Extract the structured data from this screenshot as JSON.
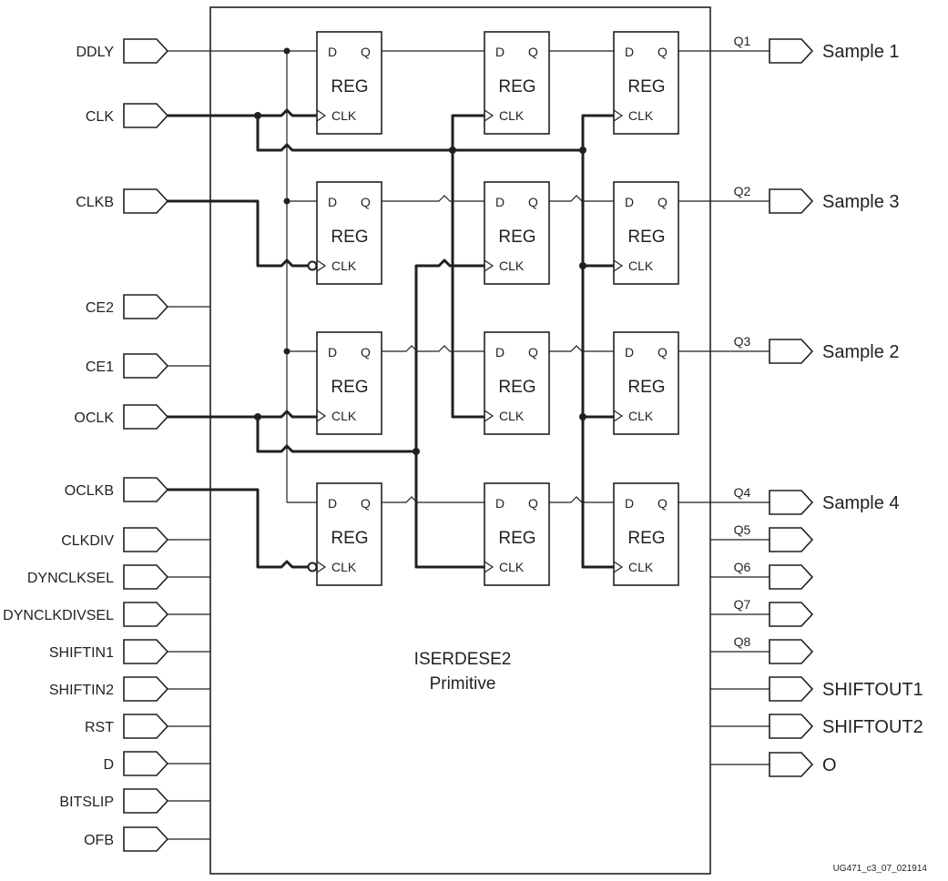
{
  "diagram": {
    "title": "ISERDESE2",
    "subtitle": "Primitive",
    "figure_code": "UG471_c3_07_021914",
    "inputs": [
      "DDLY",
      "CLK",
      "CLKB",
      "CE2",
      "CE1",
      "OCLK",
      "OCLKB",
      "CLKDIV",
      "DYNCLKSEL",
      "DYNCLKDIVSEL",
      "SHIFTIN1",
      "SHIFTIN2",
      "RST",
      "D",
      "BITSLIP",
      "OFB"
    ],
    "outputs": [
      {
        "pin": "Q1",
        "label": "Sample 1"
      },
      {
        "pin": "Q2",
        "label": "Sample 3"
      },
      {
        "pin": "Q3",
        "label": "Sample 2"
      },
      {
        "pin": "Q4",
        "label": "Sample 4"
      },
      {
        "pin": "Q5",
        "label": ""
      },
      {
        "pin": "Q6",
        "label": ""
      },
      {
        "pin": "Q7",
        "label": ""
      },
      {
        "pin": "Q8",
        "label": ""
      },
      {
        "pin": "",
        "label": "SHIFTOUT1"
      },
      {
        "pin": "",
        "label": "SHIFTOUT2"
      },
      {
        "pin": "",
        "label": "O"
      }
    ],
    "register": {
      "d": "D",
      "q": "Q",
      "name": "REG",
      "clk": "CLK"
    }
  }
}
